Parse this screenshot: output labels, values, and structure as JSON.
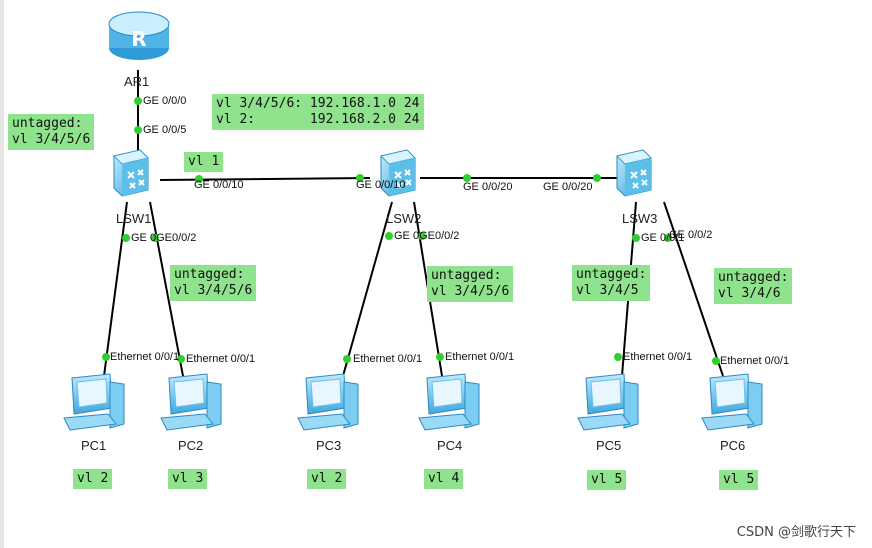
{
  "devices": {
    "ar1": "AR1",
    "lsw1": "LSW1",
    "lsw2": "LSW2",
    "lsw3": "LSW3",
    "pc1": "PC1",
    "pc2": "PC2",
    "pc3": "PC3",
    "pc4": "PC4",
    "pc5": "PC5",
    "pc6": "PC6"
  },
  "ports": {
    "ar1_ge000": "GE 0/0/0",
    "lsw1_ge005": "GE 0/0/5",
    "lsw1_ge0010": "GE 0/0/10",
    "lsw1_ge001_002": "GE 0GE0/0/2",
    "lsw2_ge0010": "GE 0/0/10",
    "lsw2_ge0020": "GE 0/0/20",
    "lsw2_ge001_002": "GE 0GE0/0/2",
    "lsw3_ge0020": "GE 0/0/20",
    "lsw3_ge001": "GE 0/0/1",
    "lsw3_ge002": "GE 0/0/2",
    "pc1_eth": "Ethernet 0/0/1",
    "pc2_eth": "Ethernet 0/0/1",
    "pc3_eth": "Ethernet 0/0/1",
    "pc4_eth": "Ethernet 0/0/1",
    "pc5_eth": "Ethernet 0/0/1",
    "pc6_eth": "Ethernet 0/0/1"
  },
  "notes": {
    "lsw1_uplink": "untagged:\nvl 3/4/5/6",
    "router_ip": "vl 3/4/5/6: 192.168.1.0 24\nvl 2:       192.168.2.0 24",
    "trunk_vlan": "vl 1",
    "lsw1_access": "untagged:\nvl 3/4/5/6",
    "lsw2_access": "untagged:\nvl 3/4/5/6",
    "lsw3_access_left": "untagged:\nvl 3/4/5",
    "lsw3_access_right": "untagged:\nvl 3/4/6"
  },
  "pc_vlans": {
    "pc1": "vl 2",
    "pc2": "vl 3",
    "pc3": "vl 2",
    "pc4": "vl 4",
    "pc5": "vl 5",
    "pc6": "vl 5"
  },
  "watermark": "CSDN @剑歌行天下",
  "colors": {
    "note_bg": "#8fe38c",
    "port_dot": "#2fcf2f",
    "link": "#000000",
    "device_blue": "#5cc2ee"
  }
}
